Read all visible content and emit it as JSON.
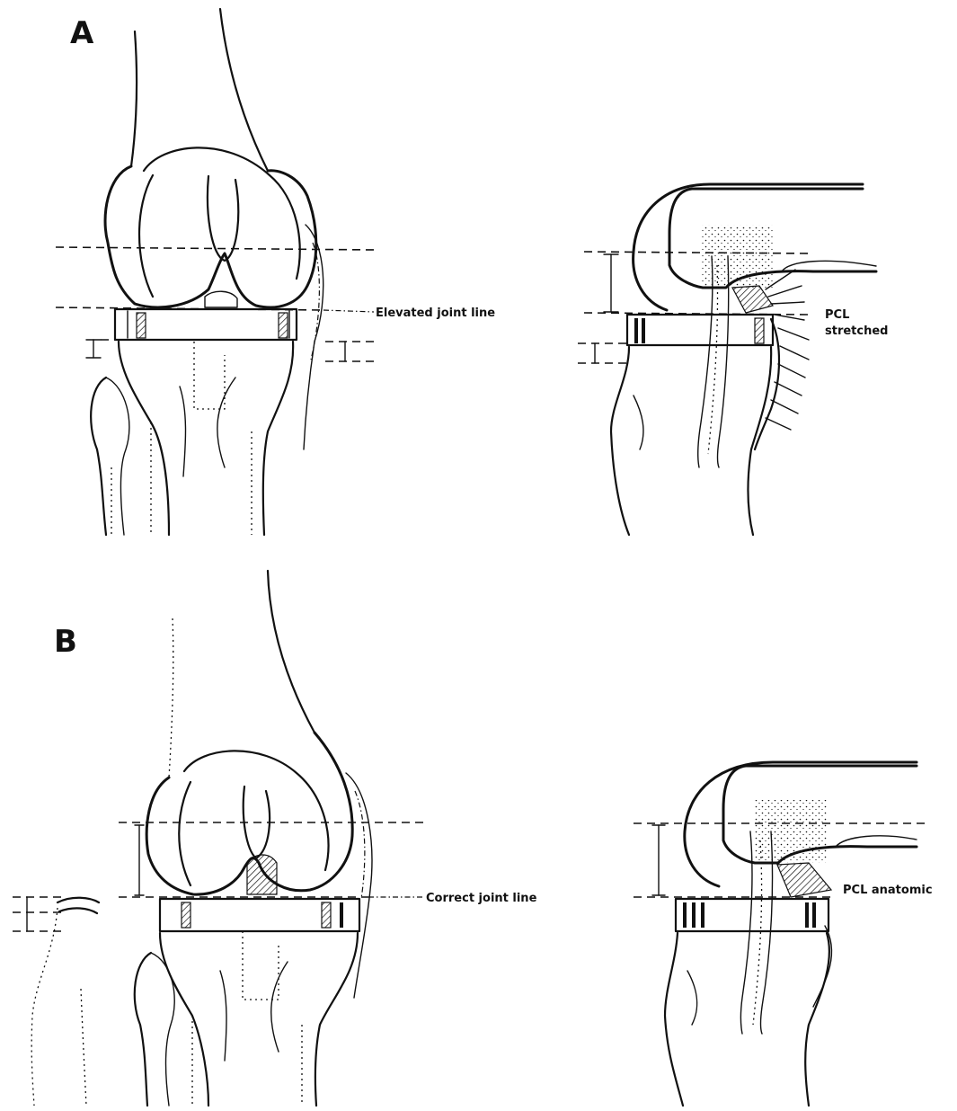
{
  "panels": {
    "a": {
      "letter": "A",
      "front_label": "Elevated joint line",
      "side_label_1": "PCL",
      "side_label_2": "stretched"
    },
    "b": {
      "letter": "B",
      "front_label": "Correct joint line",
      "side_label": "PCL anatomic"
    }
  },
  "colors": {
    "ink": "#111111",
    "paper": "#ffffff"
  }
}
